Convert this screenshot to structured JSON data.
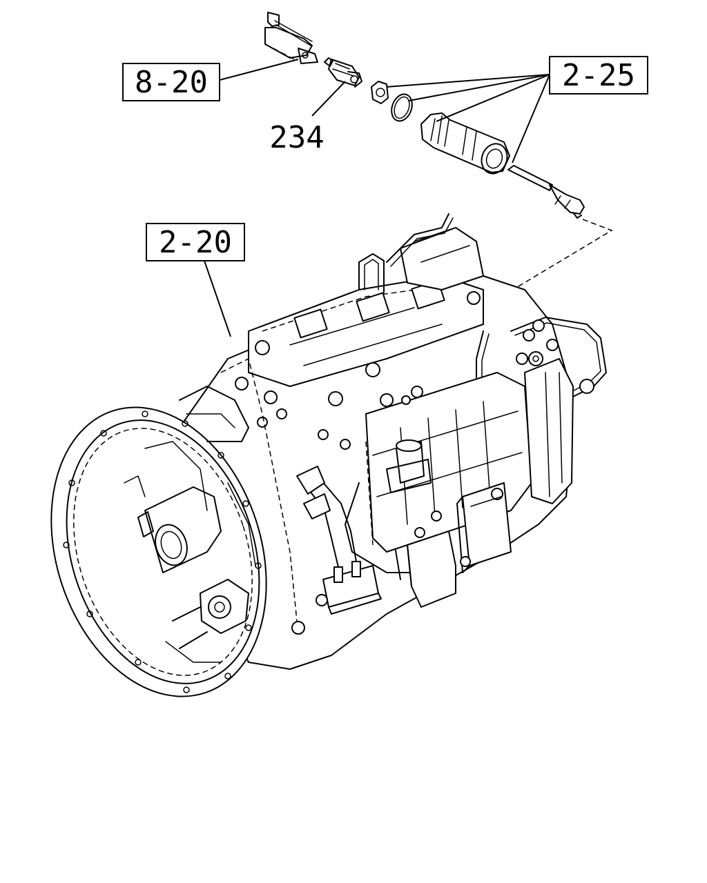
{
  "callouts": {
    "ref_8_20": "8-20",
    "ref_2_25": "2-25",
    "ref_2_20": "2-20",
    "part_234": "234"
  }
}
